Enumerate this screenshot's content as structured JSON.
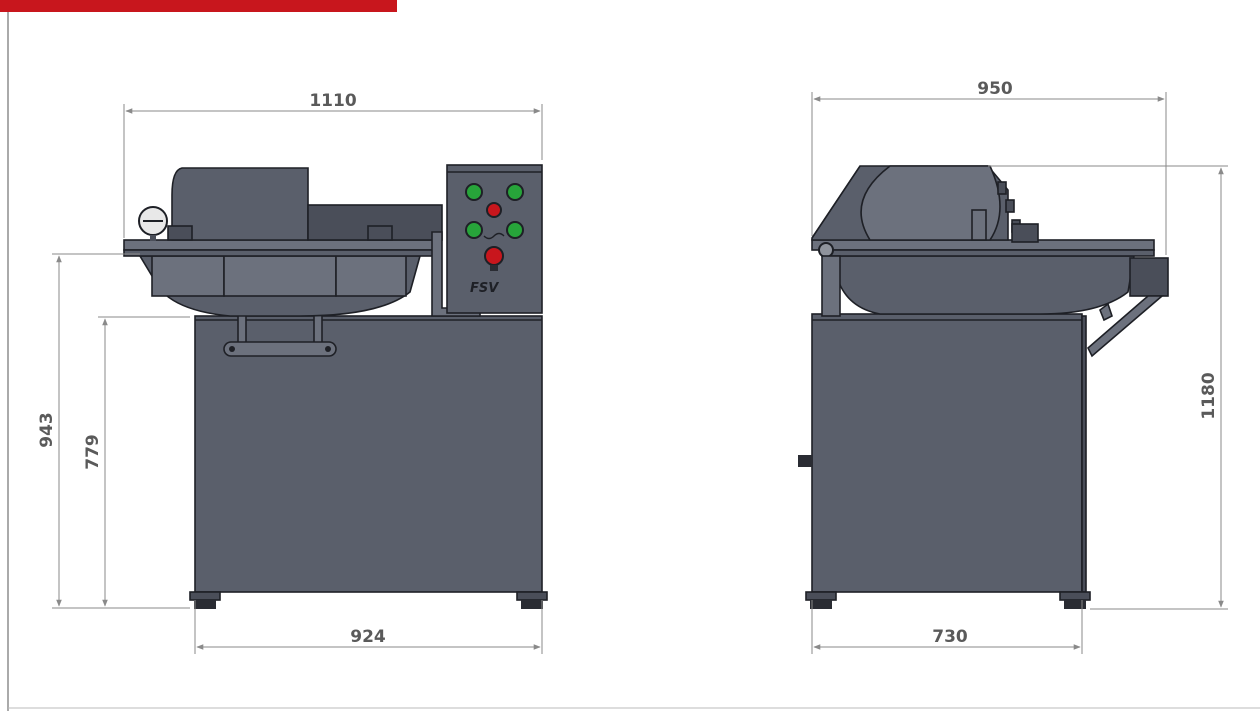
{
  "accent_color": "#c8161d",
  "dimensions": {
    "front_width": "1110",
    "front_base_width": "924",
    "front_table_height": "943",
    "front_body_height": "779",
    "side_width": "950",
    "side_base_width": "730",
    "side_total_height": "1180"
  },
  "panel_logo": "FSV"
}
